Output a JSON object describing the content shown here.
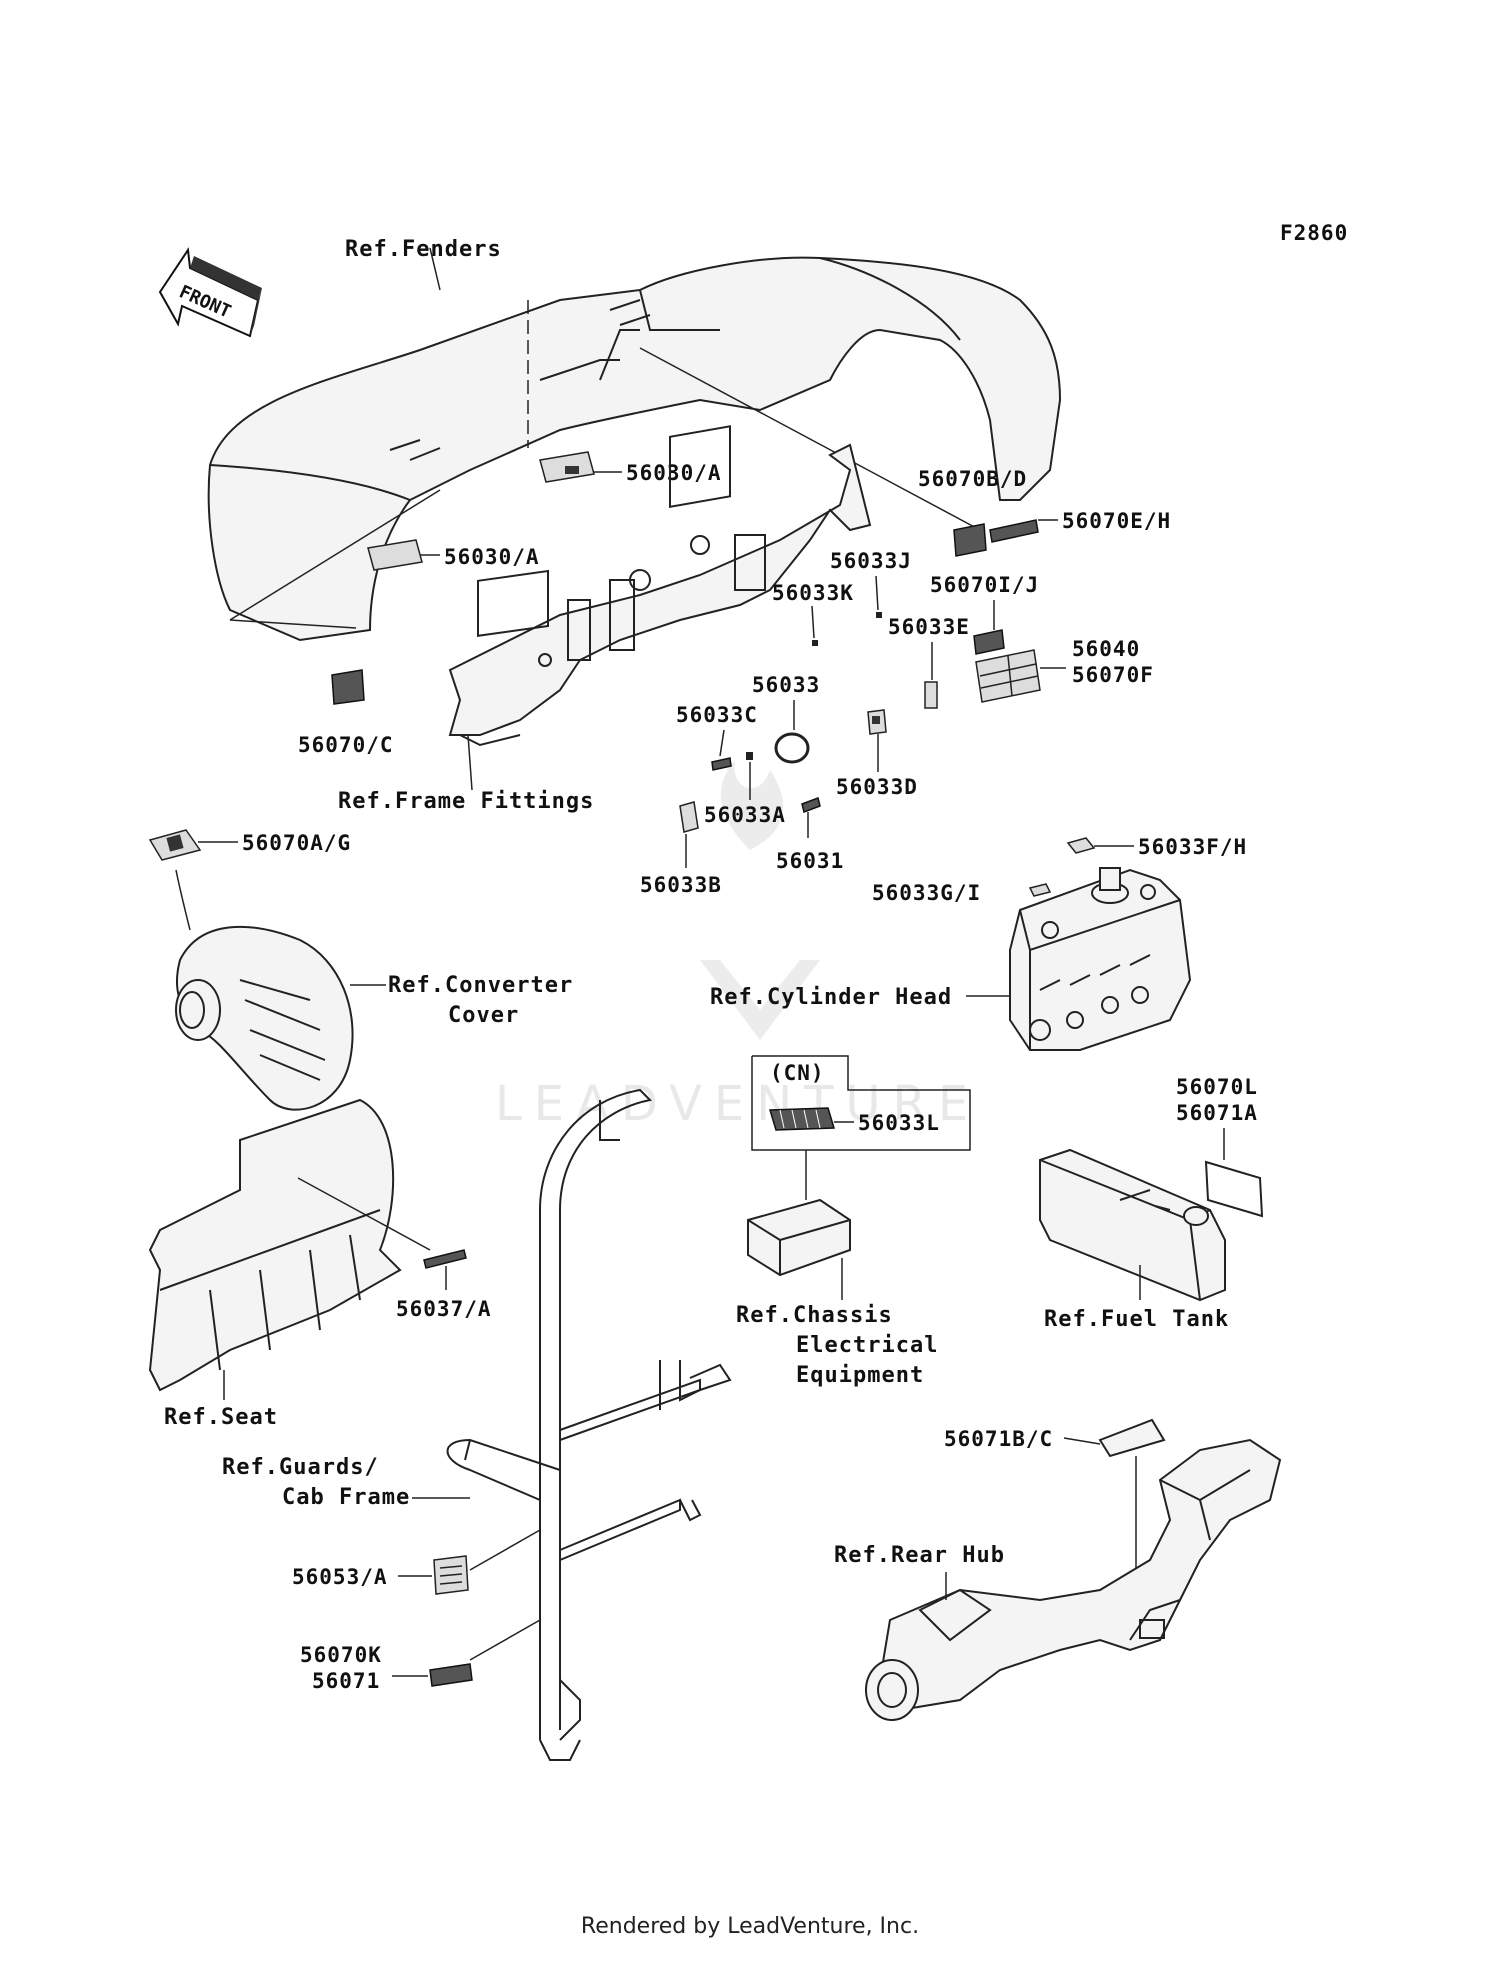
{
  "figure_code": "F2860",
  "front_label": "FRONT",
  "watermark_text": "LEADVENTURE",
  "footer": "Rendered by LeadVenture, Inc.",
  "labels": {
    "fenders": "Ref.Fenders",
    "frame_fittings": "Ref.Frame Fittings",
    "converter_cover_1": "Ref.Converter",
    "converter_cover_2": "Cover",
    "cylinder_head": "Ref.Cylinder Head",
    "fuel_tank": "Ref.Fuel Tank",
    "chassis_1": "Ref.Chassis",
    "chassis_2": "Electrical",
    "chassis_3": "Equipment",
    "seat": "Ref.Seat",
    "guards_1": "Ref.Guards/",
    "guards_2": "Cab Frame",
    "rear_hub": "Ref.Rear Hub",
    "cn": "(CN)"
  },
  "parts": {
    "p56030A_top": "56030/A",
    "p56030A_mid": "56030/A",
    "p56070C": "56070/C",
    "p56070BD": "56070B/D",
    "p56070EH": "56070E/H",
    "p56033J": "56033J",
    "p56033K": "56033K",
    "p56070IJ": "56070I/J",
    "p56033E": "56033E",
    "p56040": "56040",
    "p56070F": "56070F",
    "p56033": "56033",
    "p56033C": "56033C",
    "p56033D": "56033D",
    "p56033A": "56033A",
    "p56031": "56031",
    "p56033B": "56033B",
    "p56070AG": "56070A/G",
    "p56033FH": "56033F/H",
    "p56033GI": "56033G/I",
    "p56070L": "56070L",
    "p56071A": "56071A",
    "p56033L": "56033L",
    "p56037A": "56037/A",
    "p56071BC": "56071B/C",
    "p56053A": "56053/A",
    "p56070K": "56070K",
    "p56071": "56071"
  }
}
